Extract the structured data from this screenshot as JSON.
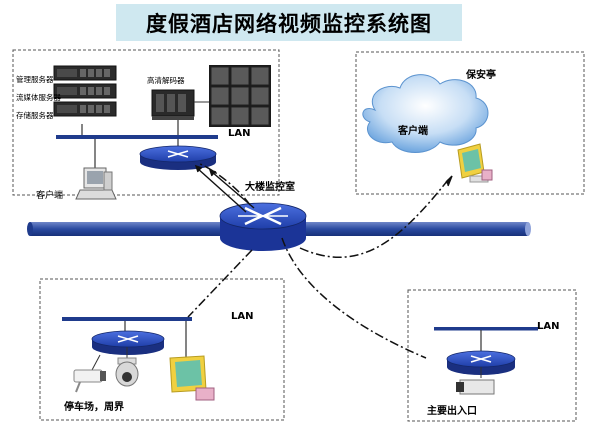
{
  "title": "度假酒店网络视频监控系统图",
  "labels": {
    "mgmt_server": "管理服务器",
    "stream_server": "流媒体服务器",
    "storage_server": "存储服务器",
    "hd_decoder": "高清解码器",
    "lan_top": "LAN",
    "client_left": "客户端",
    "monitor_room": "大楼监控室",
    "guard_booth": "保安亭",
    "client_cloud": "客户端",
    "lan_bottom_left": "LAN",
    "parking": "停车场，周界",
    "lan_bottom_right": "LAN",
    "main_entrance": "主要出入口"
  },
  "colors": {
    "title_bg": "#cfe8f0",
    "backbone": "#1f3b8c",
    "switch": "#2f52c8",
    "cloud": "#7fb4e6"
  },
  "icons": [
    "server-icon",
    "decoder-icon",
    "video-wall-icon",
    "pc-icon",
    "router-icon",
    "switch-icon",
    "cloud-icon",
    "bullet-camera-icon",
    "dome-camera-icon",
    "box-camera-icon"
  ]
}
